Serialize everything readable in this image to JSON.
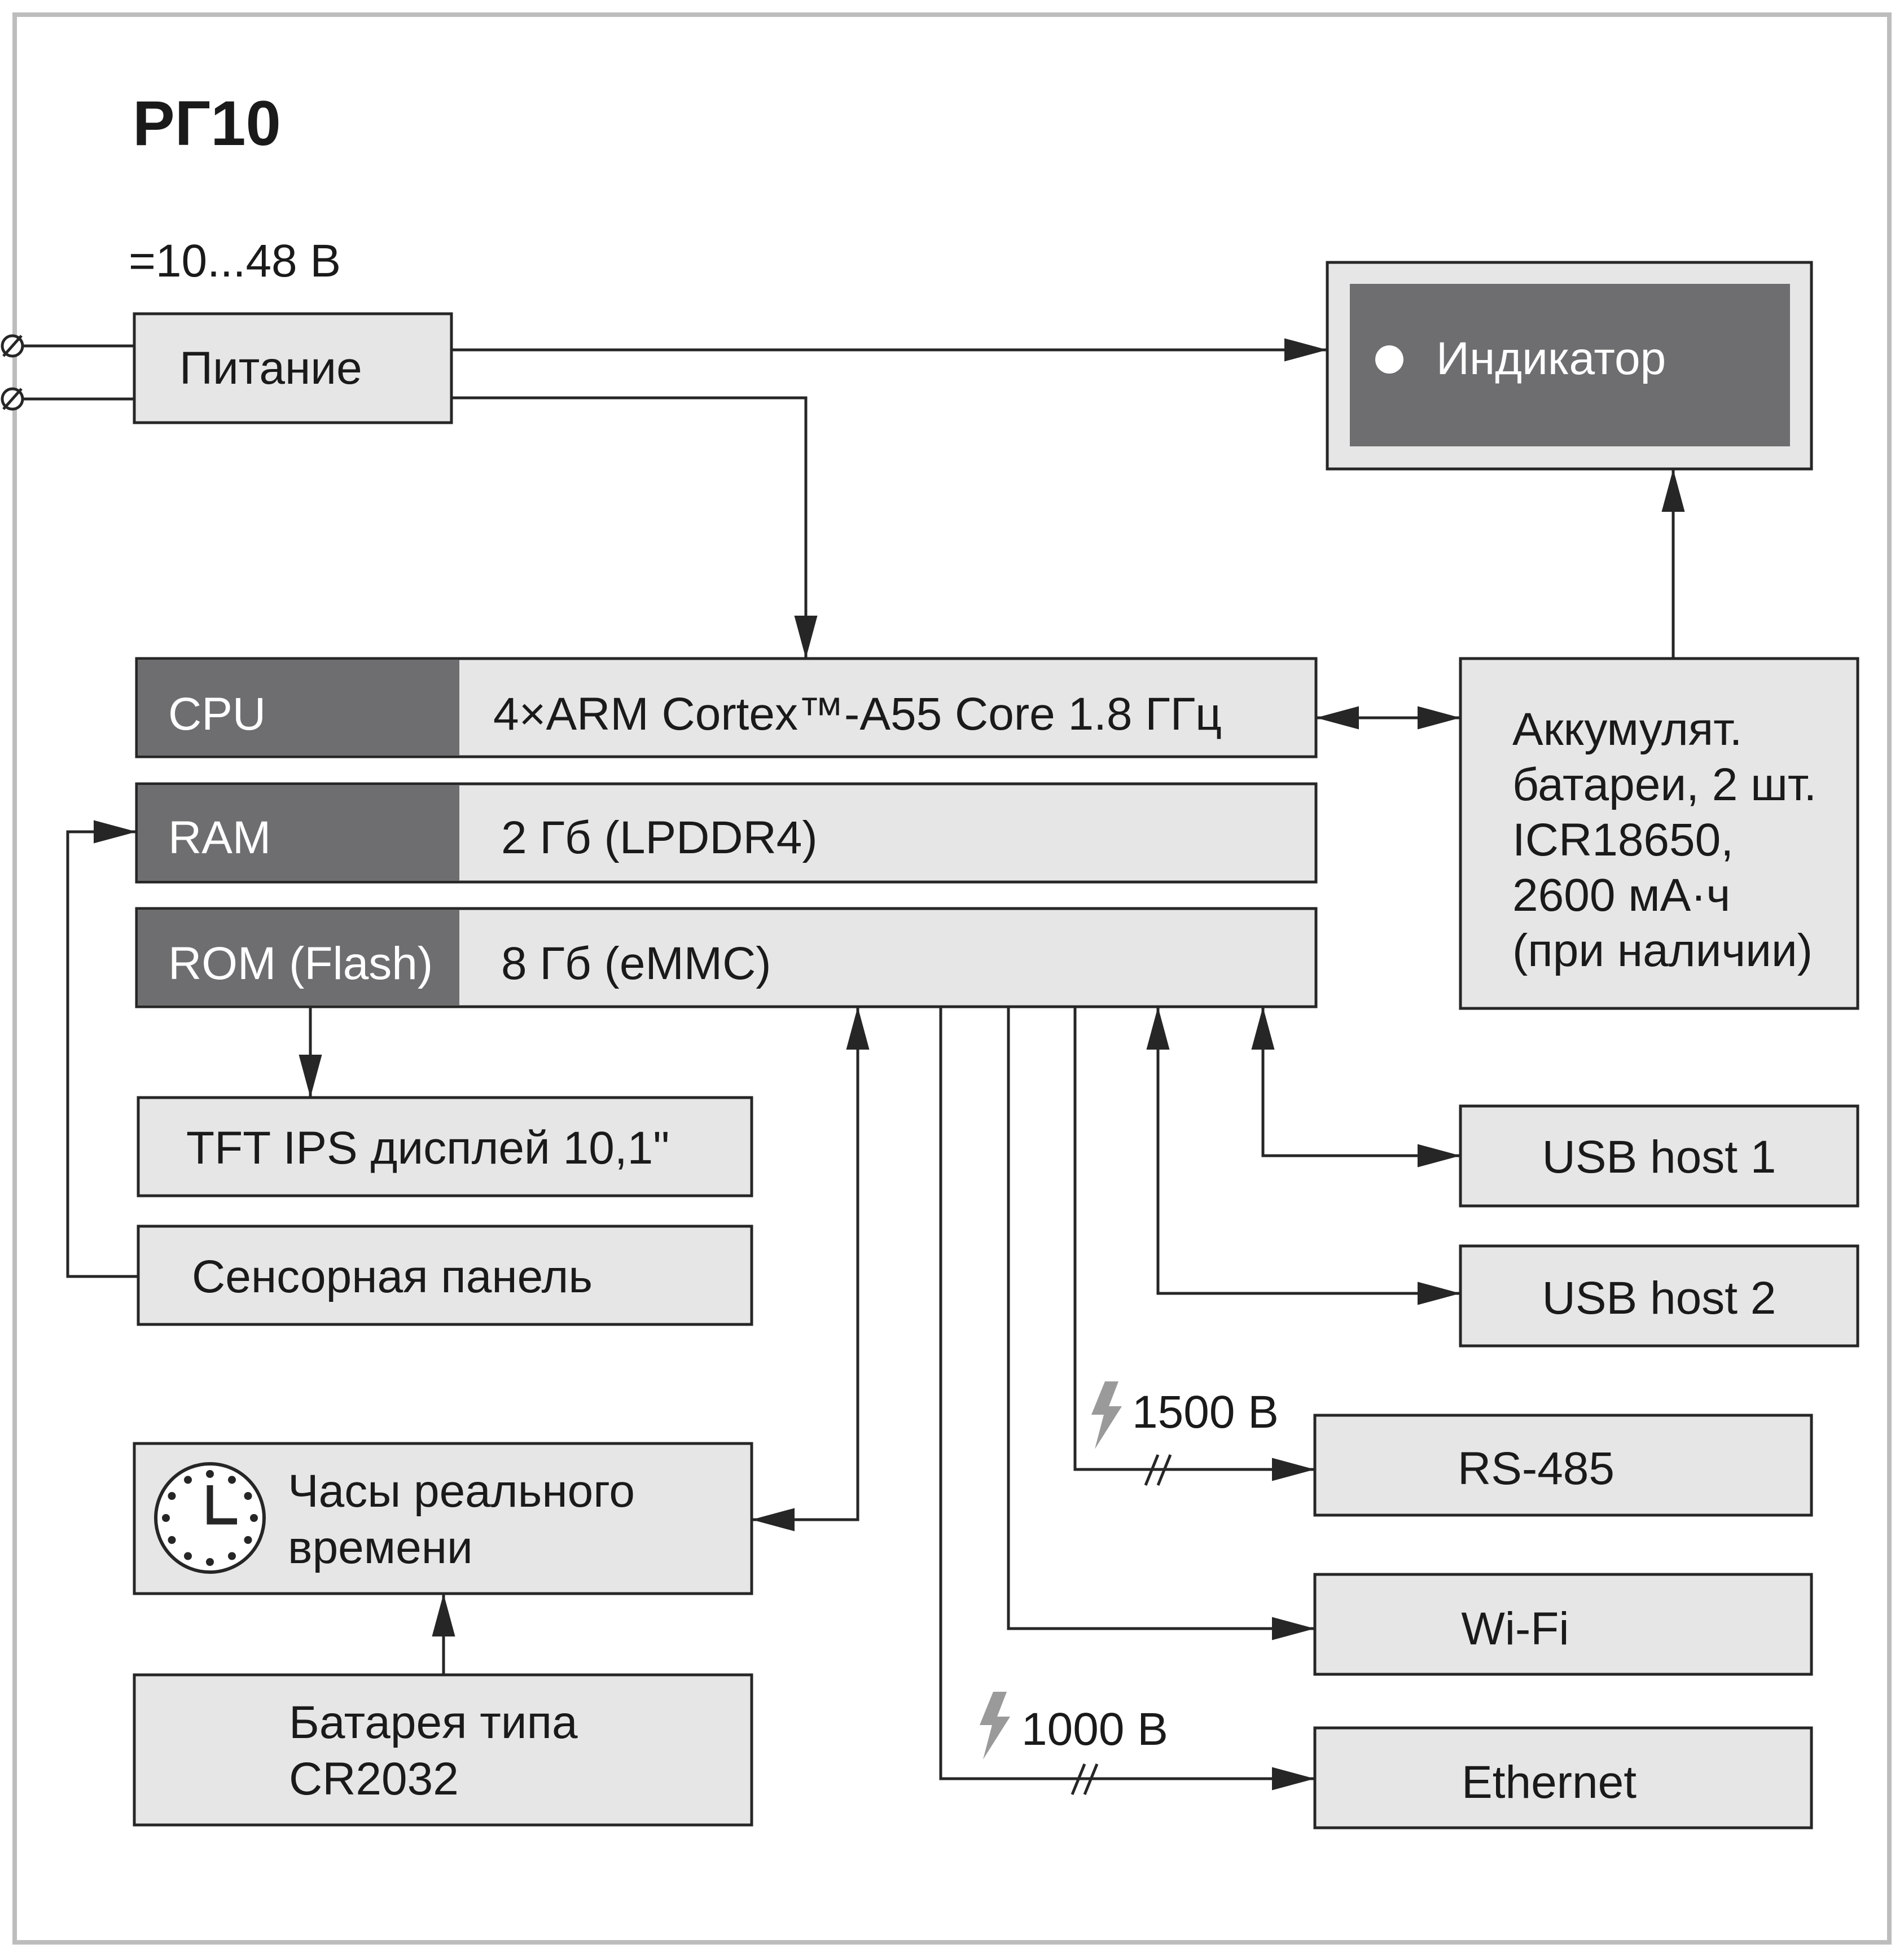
{
  "title": "РГ10",
  "colors": {
    "box_fill": "#e6e6e6",
    "label_fill": "#6e6e70",
    "line": "#262626",
    "bolt": "#9a9a9a"
  },
  "power": {
    "voltage": "=10...48 В",
    "label": "Питание"
  },
  "indicator": {
    "label": "Индикатор"
  },
  "cpu": {
    "label": "CPU",
    "value": "4×ARM Cortex™-A55 Core 1.8 ГГц"
  },
  "ram": {
    "label": "RAM",
    "value": "2 Гб (LPDDR4)"
  },
  "rom": {
    "label": "ROM (Flash)",
    "value": "8 Гб (eMMC)"
  },
  "battery": {
    "lines": [
      "Аккумулят.",
      "батареи, 2 шт.",
      "ICR18650,",
      "2600 мА·ч",
      "(при наличии)"
    ]
  },
  "display": {
    "label": "TFT IPS дисплей 10,1\""
  },
  "touch": {
    "label": "Сенсорная панель"
  },
  "rtc": {
    "lines": [
      "Часы реального",
      "времени"
    ]
  },
  "rtc_battery": {
    "lines": [
      "Батарея типа",
      "CR2032"
    ]
  },
  "usb1": {
    "label": "USB host 1"
  },
  "usb2": {
    "label": "USB host 2"
  },
  "rs485": {
    "label": "RS-485",
    "isolation": "1500 В"
  },
  "wifi": {
    "label": "Wi-Fi"
  },
  "ethernet": {
    "label": "Ethernet",
    "isolation": "1000 В"
  },
  "icons": {
    "terminal": "screw-terminal-icon",
    "clock": "clock-icon",
    "bolt": "lightning-bolt-icon",
    "isolation": "isolation-slash-icon",
    "dot": "indicator-dot-icon"
  }
}
